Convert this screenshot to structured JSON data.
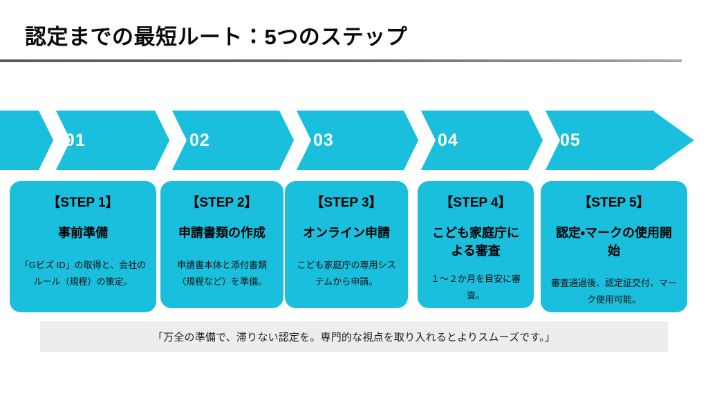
{
  "slide": {
    "title": "認定までの最短ルート：5つのステップ",
    "accent_color": "#19bfdd",
    "title_color": "#0a0a0a",
    "rule_color": "#6e6e6e",
    "banner_bg_color": "#ededed"
  },
  "chevron": {
    "numbers": [
      "01",
      "02",
      "03",
      "04",
      "05"
    ]
  },
  "cards": [
    {
      "step_label": "【STEP 1】",
      "heading": "事前準備",
      "description": "「Gビズ ID」の取得と、会社のルール（規程）の策定。"
    },
    {
      "step_label": "【STEP 2】",
      "heading": "申請書類の作成",
      "description": "申請書本体と添付書類（規程など）を準備。"
    },
    {
      "step_label": "【STEP 3】",
      "heading": "オンライン申請",
      "description": "こども家庭庁の専用システムから申請。"
    },
    {
      "step_label": "【STEP 4】",
      "heading": "こども家庭庁による審査",
      "description": "１〜２か月を目安に審査。"
    },
    {
      "step_label": "【STEP 5】",
      "heading": "認定・マークの使用開始",
      "description": "審査通過後、認定証交付、マーク使用可能。"
    }
  ],
  "footer": {
    "text": "「万全の準備で、滞りない認定を。専門的な視点を取り入れるとよりスムーズです。」"
  }
}
